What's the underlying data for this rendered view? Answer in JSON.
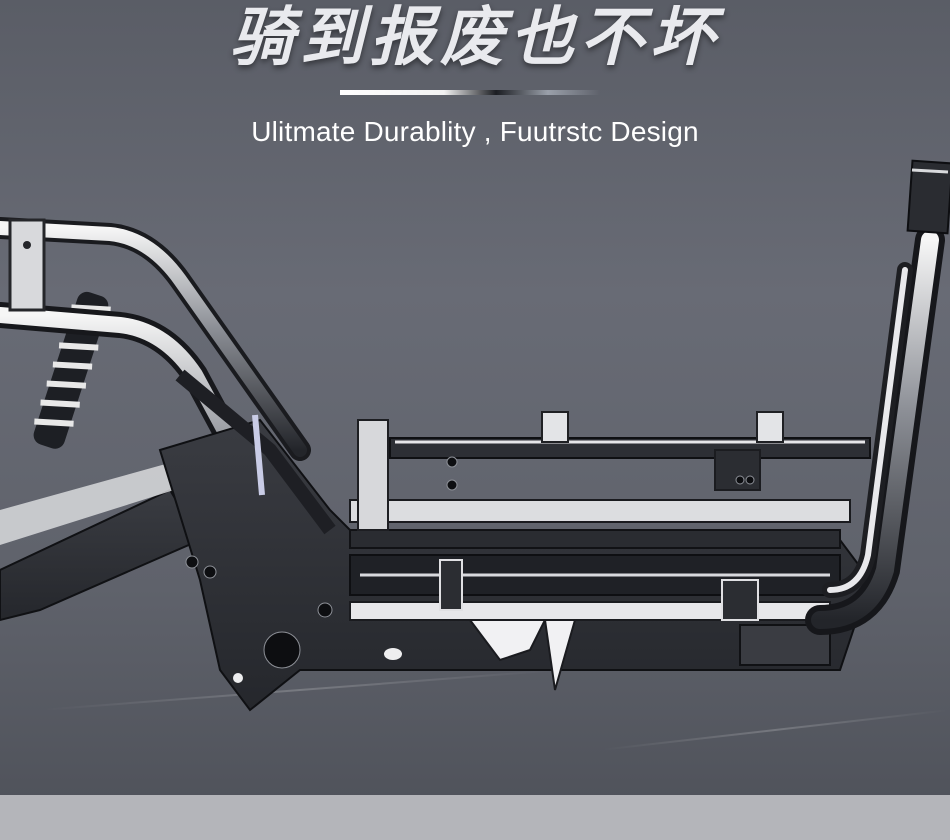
{
  "banner": {
    "headline": "骑到报废也不坏",
    "subtitle": "Ulitmate Durablity , Fuutrstc Design"
  },
  "colors": {
    "background": "#62656e",
    "headline_text": "#e9eaee",
    "subtitle_text": "#ffffff",
    "frame_steel": "#2c2e34",
    "frame_highlight": "#f4f4f4",
    "footer_strip": "#b4b5ba"
  },
  "illustration": {
    "subject": "electric scooter chassis frame",
    "icon": "scooter-frame-icon"
  }
}
